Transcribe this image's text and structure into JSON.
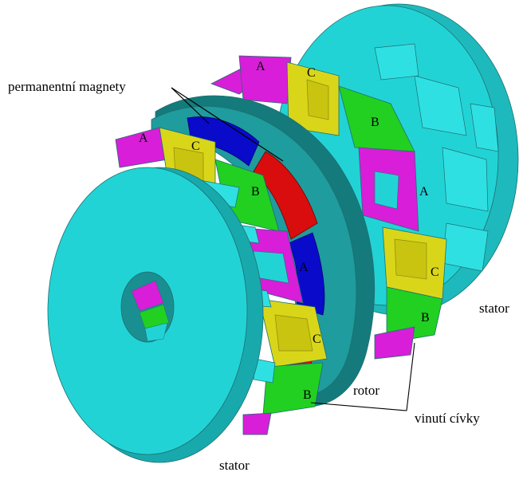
{
  "labels": {
    "magnets": "permanentní magnety",
    "stator_right": "stator",
    "stator_bottom": "stator",
    "rotor": "rotor",
    "coils": "vinutí cívky"
  },
  "segments": {
    "A1": "A",
    "C1": "C",
    "B1": "B",
    "A2": "A",
    "C2": "C",
    "B2": "B",
    "A3": "A",
    "C3": "C",
    "B3": "B",
    "A4": "A",
    "C4": "C",
    "B4": "B"
  },
  "colors": {
    "stator": "#22d3d6",
    "stator_dark": "#18a9ad",
    "rotor": "#1f9c9d",
    "rotor_dark": "#157a7b",
    "phase_a": "#d81ed8",
    "phase_b": "#22d022",
    "phase_c": "#d9d61a",
    "magnet_blue": "#0a0acb",
    "magnet_red": "#d90d0d"
  }
}
